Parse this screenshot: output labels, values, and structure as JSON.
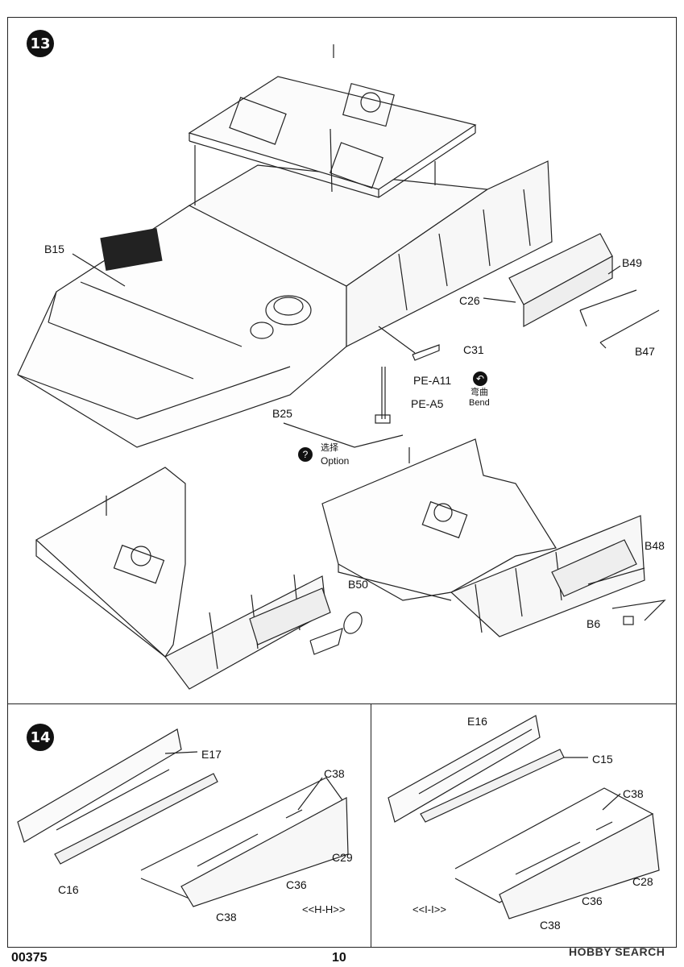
{
  "steps": {
    "s13": "13",
    "s14": "14"
  },
  "parts": {
    "B15": "B15",
    "B49": "B49",
    "C26": "C26",
    "C31": "C31",
    "B47": "B47",
    "PE_A11": "PE-A11",
    "PE_A5": "PE-A5",
    "B25": "B25",
    "B50": "B50",
    "B48": "B48",
    "B6": "B6",
    "E17": "E17",
    "C38": "C38",
    "C29": "C29",
    "C16": "C16",
    "C36": "C36",
    "E16": "E16",
    "C15": "C15",
    "C28": "C28"
  },
  "notes": {
    "bend_cn": "弯曲",
    "bend_en": "Bend",
    "option_cn": "选择",
    "option_en": "Option",
    "section_hh": "<<H-H>>",
    "section_ii": "<<I-I>>"
  },
  "footer": {
    "code": "00375",
    "page": "10"
  },
  "watermark": "HOBBY SEARCH",
  "icons": {
    "bend": "bend-arrow-icon",
    "option": "question-icon"
  }
}
